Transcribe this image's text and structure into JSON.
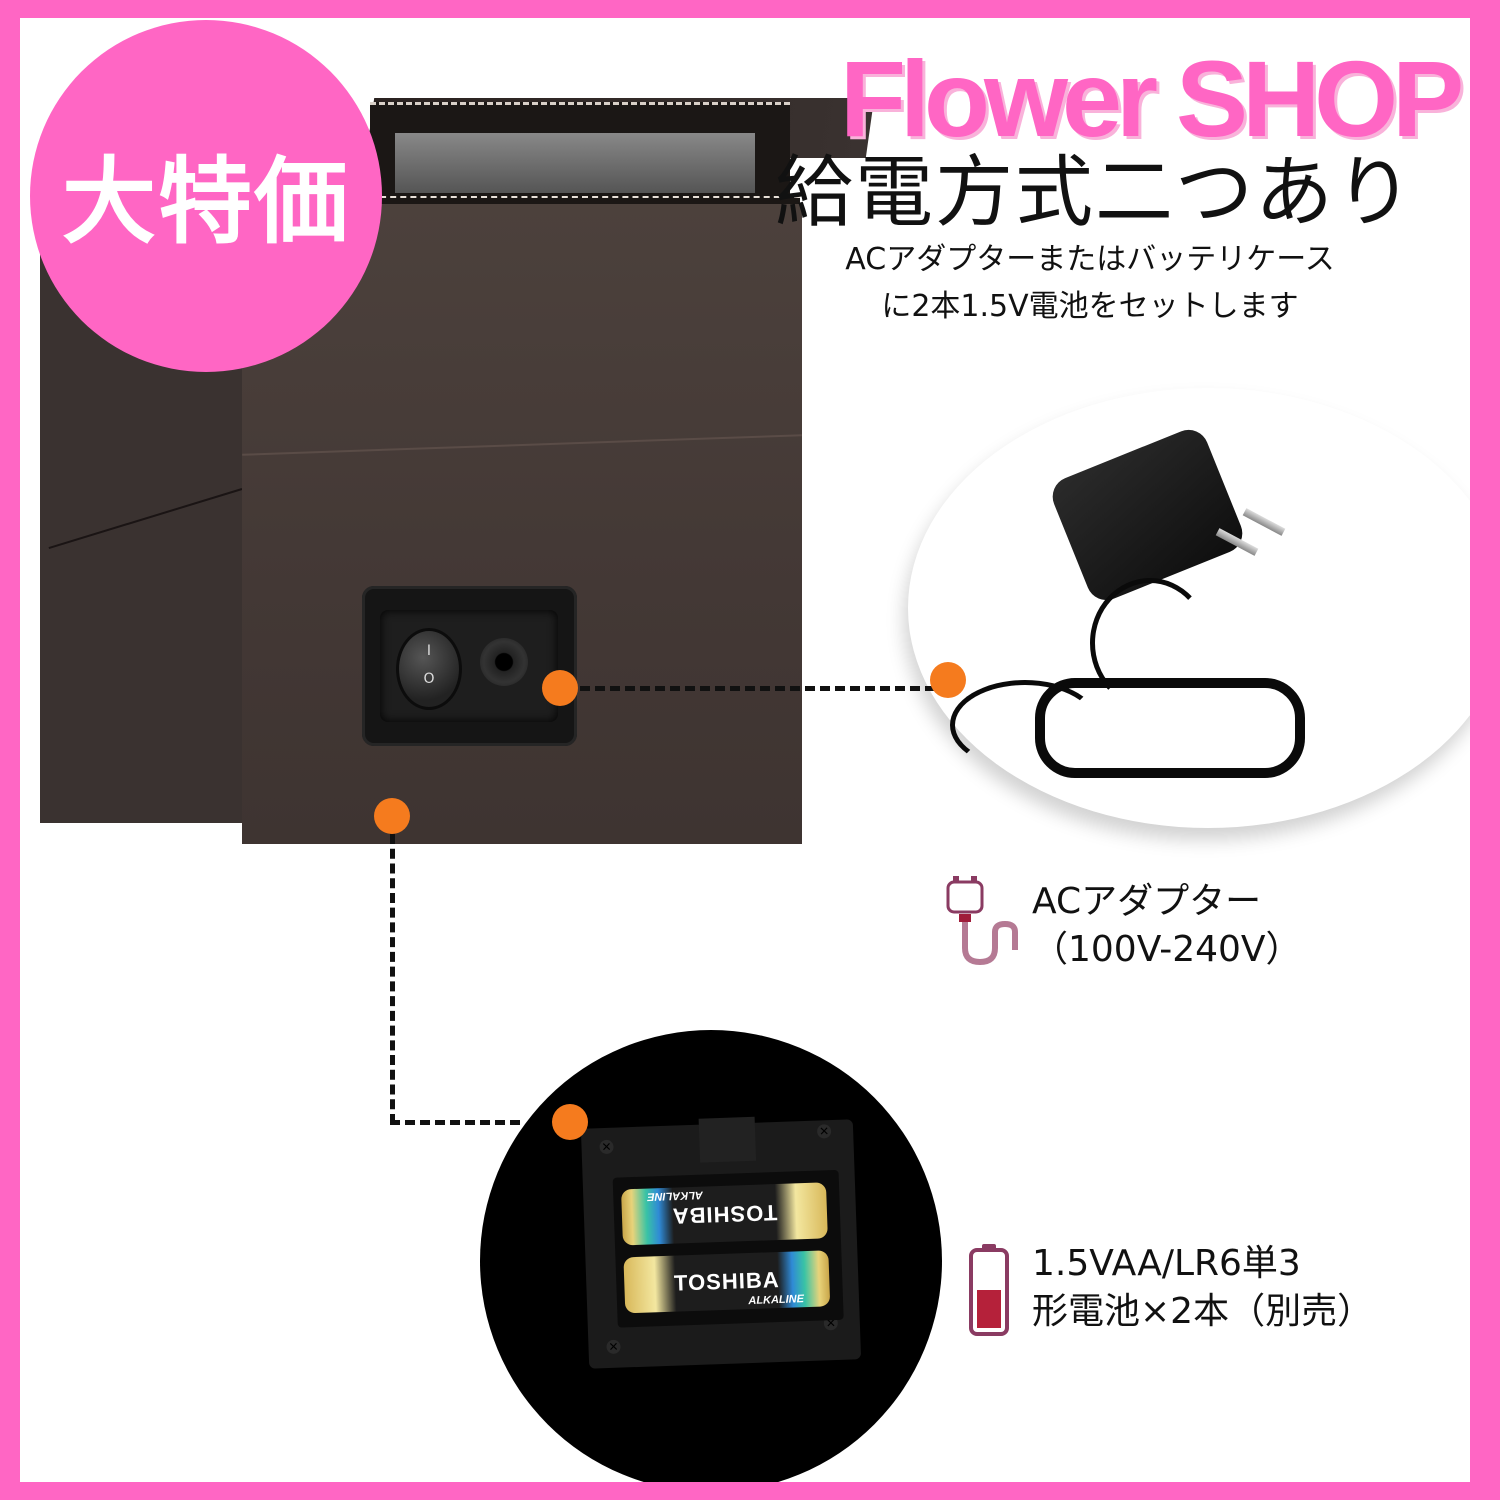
{
  "frame": {
    "border_color": "#ff66c4",
    "background": "#ffffff"
  },
  "badge": {
    "label": "大特価",
    "color": "#ff66c4",
    "text_color": "#ffffff"
  },
  "brand": {
    "name": "Flower SHOP",
    "color": "#ff66c4"
  },
  "header": {
    "title": "給電方式二つあり",
    "subtitle_line1": "ACアダプターまたはバッテリケース",
    "subtitle_line2": "に2本1.5V電池をセットします"
  },
  "product": {
    "switch_on_symbol": "I",
    "switch_off_symbol": "O",
    "box_color": "#433835"
  },
  "callouts": {
    "marker_color": "#f57b1e",
    "ac_adapter": {
      "icon": "power-plug-icon",
      "line1": "ACアダプター",
      "line2": "（100V-240V）"
    },
    "battery": {
      "icon": "battery-icon",
      "line1": "1.5VAA/LR6単3",
      "line2": "形電池×2本（別売）"
    }
  },
  "batteries": [
    {
      "brand": "TOSHIBA",
      "type": "ALKALINE",
      "orientation": "upside-down"
    },
    {
      "brand": "TOSHIBA",
      "type": "ALKALINE",
      "orientation": "upright"
    }
  ]
}
